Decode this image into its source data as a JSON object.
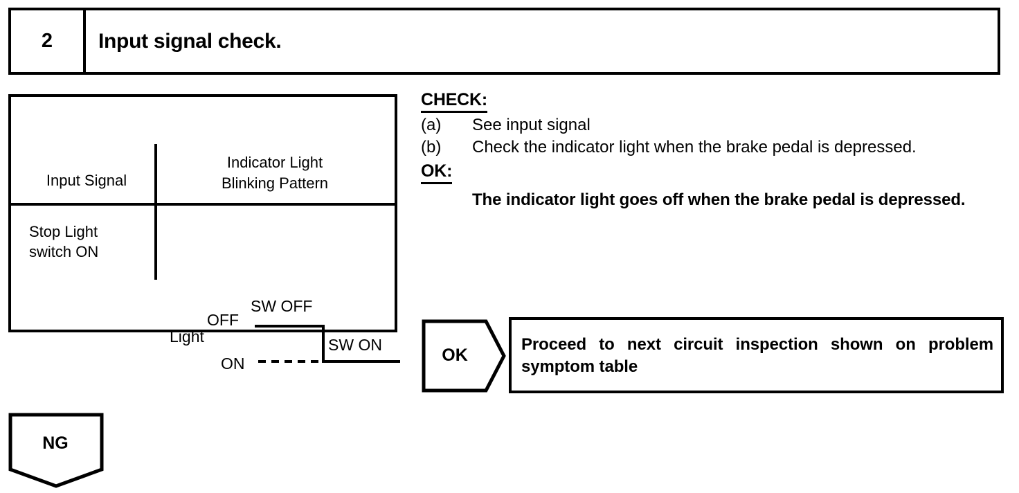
{
  "step": {
    "number": "2",
    "title": "Input signal check."
  },
  "signal_table": {
    "columns": {
      "input_signal": "Input Signal",
      "pattern_line1": "Indicator Light",
      "pattern_line2": "Blinking Pattern"
    },
    "rows": [
      {
        "input_signal_line1": "Stop Light",
        "input_signal_line2": "switch ON"
      }
    ],
    "waveform": {
      "axis_label": "Light",
      "state_high": "OFF",
      "state_low": "ON",
      "segment_left": "SW OFF",
      "segment_right": "SW ON"
    }
  },
  "check": {
    "heading": "CHECK:",
    "items": [
      {
        "marker": "(a)",
        "text": "See input signal"
      },
      {
        "marker": "(b)",
        "text": "Check the indicator light when the brake pedal is depressed."
      }
    ]
  },
  "ok": {
    "heading": "OK:",
    "statement": "The indicator light goes off when the brake pedal is depressed."
  },
  "flow": {
    "ok_label": "OK",
    "ok_result": "Proceed to next circuit inspection shown on problem symptom table",
    "ng_label": "NG"
  },
  "colors": {
    "ink": "#000000",
    "paper": "#ffffff"
  }
}
